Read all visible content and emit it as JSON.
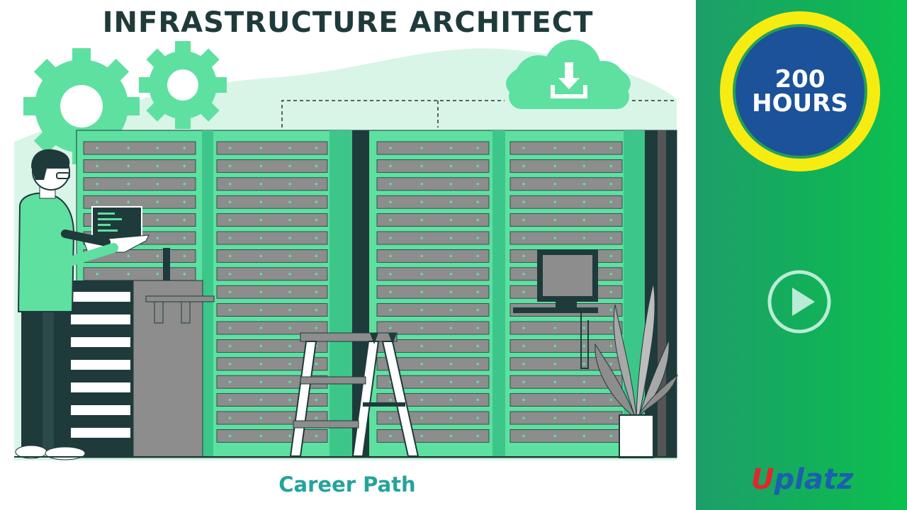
{
  "banner": {
    "title": "INFRASTRUCTURE ARCHITECT",
    "subtitle": "Career Path"
  },
  "badge": {
    "number": "200",
    "unit": "HOURS",
    "outer_color": "#f6ec12",
    "inner_color": "#1b5299"
  },
  "play_button": {
    "icon": "play-icon"
  },
  "logo": {
    "first": "U",
    "rest": "platz"
  },
  "illustration": {
    "icons": [
      "gear-icon",
      "cloud-download-icon",
      "server-rack",
      "laptop-icon",
      "monitor-icon",
      "ladder",
      "plant-icon",
      "person-figure"
    ]
  },
  "colors": {
    "accent_green": "#5ee0a0",
    "panel_green": "#12b05a",
    "dark": "#1f3a3a",
    "teal_text": "#25a39c"
  }
}
